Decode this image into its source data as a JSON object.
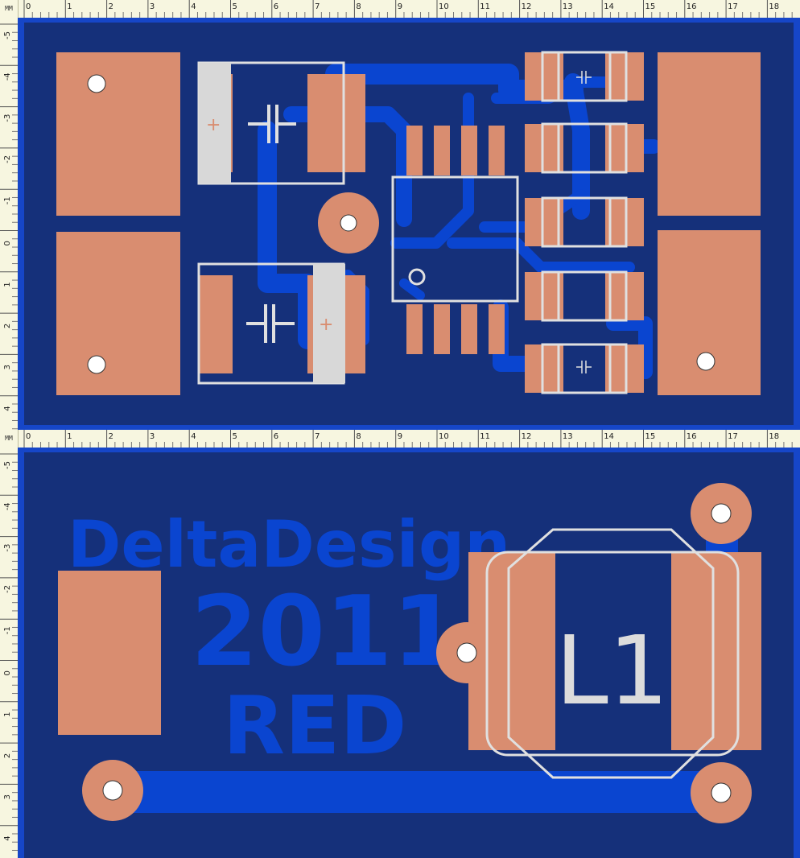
{
  "ruler": {
    "unit_label": "MM",
    "x_ticks": [
      "0",
      "1",
      "2",
      "3",
      "4",
      "5",
      "6",
      "7",
      "8",
      "9",
      "10",
      "11",
      "12",
      "13",
      "14",
      "15",
      "16",
      "17",
      "18"
    ],
    "y_ticks": [
      "-5",
      "-4",
      "-3",
      "-2",
      "-1",
      "0",
      "1",
      "2",
      "3",
      "4"
    ]
  },
  "colors": {
    "board": "#15307a",
    "copper": "#d98d70",
    "trace": "#0a45d0",
    "silk": "#e0e0e0",
    "ruler_bg": "#f7f6e0"
  },
  "top_layer": {
    "components": [
      {
        "ref": "cap-polarized-1",
        "polarity_mark": "+"
      },
      {
        "ref": "cap-polarized-2",
        "polarity_mark": "+"
      },
      {
        "ref": "ic-package"
      },
      {
        "ref": "smd-resistor-array"
      }
    ]
  },
  "bottom_layer": {
    "text_line1": "DeltaDesign",
    "text_line2": "2011",
    "text_line3": "RED",
    "inductor_label": "L1"
  }
}
